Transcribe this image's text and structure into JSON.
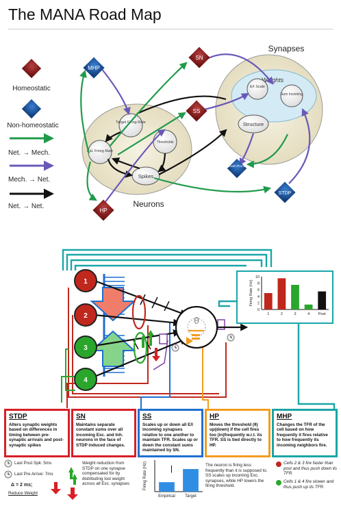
{
  "title": "The MANA Road Map",
  "legend": {
    "homeostatic": "Homeostatic",
    "non_homeostatic": "Non-homeostatic",
    "net_to_mech": "Net. → Mech.",
    "mech_to_net": "Mech. → Net.",
    "net_to_net": "Net. → Net."
  },
  "roadmap": {
    "synapses": "Synapses",
    "weights": "Weights",
    "ei_scale": "E/I Scale",
    "sum_incoming": "Sum Incoming",
    "structure": "Structure",
    "growth_pruning": "Growth Pruning",
    "neurons": "Neurons",
    "target_firing_rate": "Target Firing Rate",
    "est_firing_rate": "Est. Firing Rate",
    "thresholds": "Thresholds",
    "spikes": "Spikes",
    "mhp": "MHP",
    "sn": "SN",
    "ss": "SS",
    "hp": "HP",
    "stdp": "STDP"
  },
  "neuron_diagram": {
    "cells": [
      "1",
      "2",
      "3",
      "4"
    ],
    "theta": "θ"
  },
  "chart_data": [
    {
      "type": "bar",
      "categories": [
        "1",
        "2",
        "3",
        "4",
        "Post"
      ],
      "values": [
        5,
        9.5,
        7.5,
        1.5,
        5.5
      ],
      "ylabel": "Firing Rate (Hz)",
      "ylim": [
        0,
        10
      ],
      "yticks": [
        "0",
        "2",
        "4",
        "6",
        "8",
        "10"
      ],
      "colors": [
        "#c0271d",
        "#c0271d",
        "#2aa62c",
        "#2aa62c",
        "#111111"
      ]
    },
    {
      "type": "bar",
      "categories": [
        "Empirical",
        "Target"
      ],
      "values": [
        1.8,
        4.3
      ],
      "ylabel": "Firing Rate (Hz)",
      "error": [
        null,
        1.4
      ],
      "colors": [
        "#2f8ee3",
        "#2f8ee3"
      ]
    }
  ],
  "boxes": {
    "stdp": {
      "head": "STDP",
      "body": "Alters synaptic weights based on differences in timing between pre-synaptic arrivals and post-synaptic spikes",
      "color": "#d81f26"
    },
    "sn": {
      "head": "SN",
      "body": "Maintains separate constant sums over all incoming Exc. and Inh. neurons in the face of STDP induced changes.",
      "color": "#d81f26"
    },
    "ss": {
      "head": "SS",
      "body": "Scales up or down all E/I incoming synapses relative to one another to maintain TFR. Scales up or down the constant sums maintained by SN.",
      "color": "#1f6fd0"
    },
    "hp": {
      "head": "HP",
      "body": "Moves the threshold (θ) up(down) if the cell fires too (in)frequently w.r.t. its TFR. SS is tied directly to HP.",
      "color": "#f39c1f"
    },
    "mhp": {
      "head": "MHP",
      "body": "Changes the TFR of the cell based on how frequently it fires relative to how frequently its incoming neighbors fire.",
      "color": "#1aa6a8"
    }
  },
  "notes": {
    "last_post": "Last Post Spk: 5ms",
    "last_pre": "Last Pre Arrive: 7ms",
    "delta": "Δ = 2 ms;",
    "reduce_weight": "Reduce Weight",
    "weight_reduction": "Weight reduction from STDP on one synapse compensated for by distributing lost weight across all Exc. synapses",
    "hp_note": "The neuron is firing less frequently than it is supposed to. SS scales up incoming Exc. synapses, while HP lowers the firing threshold.",
    "mhp_red": "Cells 2 & 3 fire faster than post and thus push down its TFR.",
    "mhp_green": "Cells 1 & 4 fire slower and thus push up its TFR."
  }
}
